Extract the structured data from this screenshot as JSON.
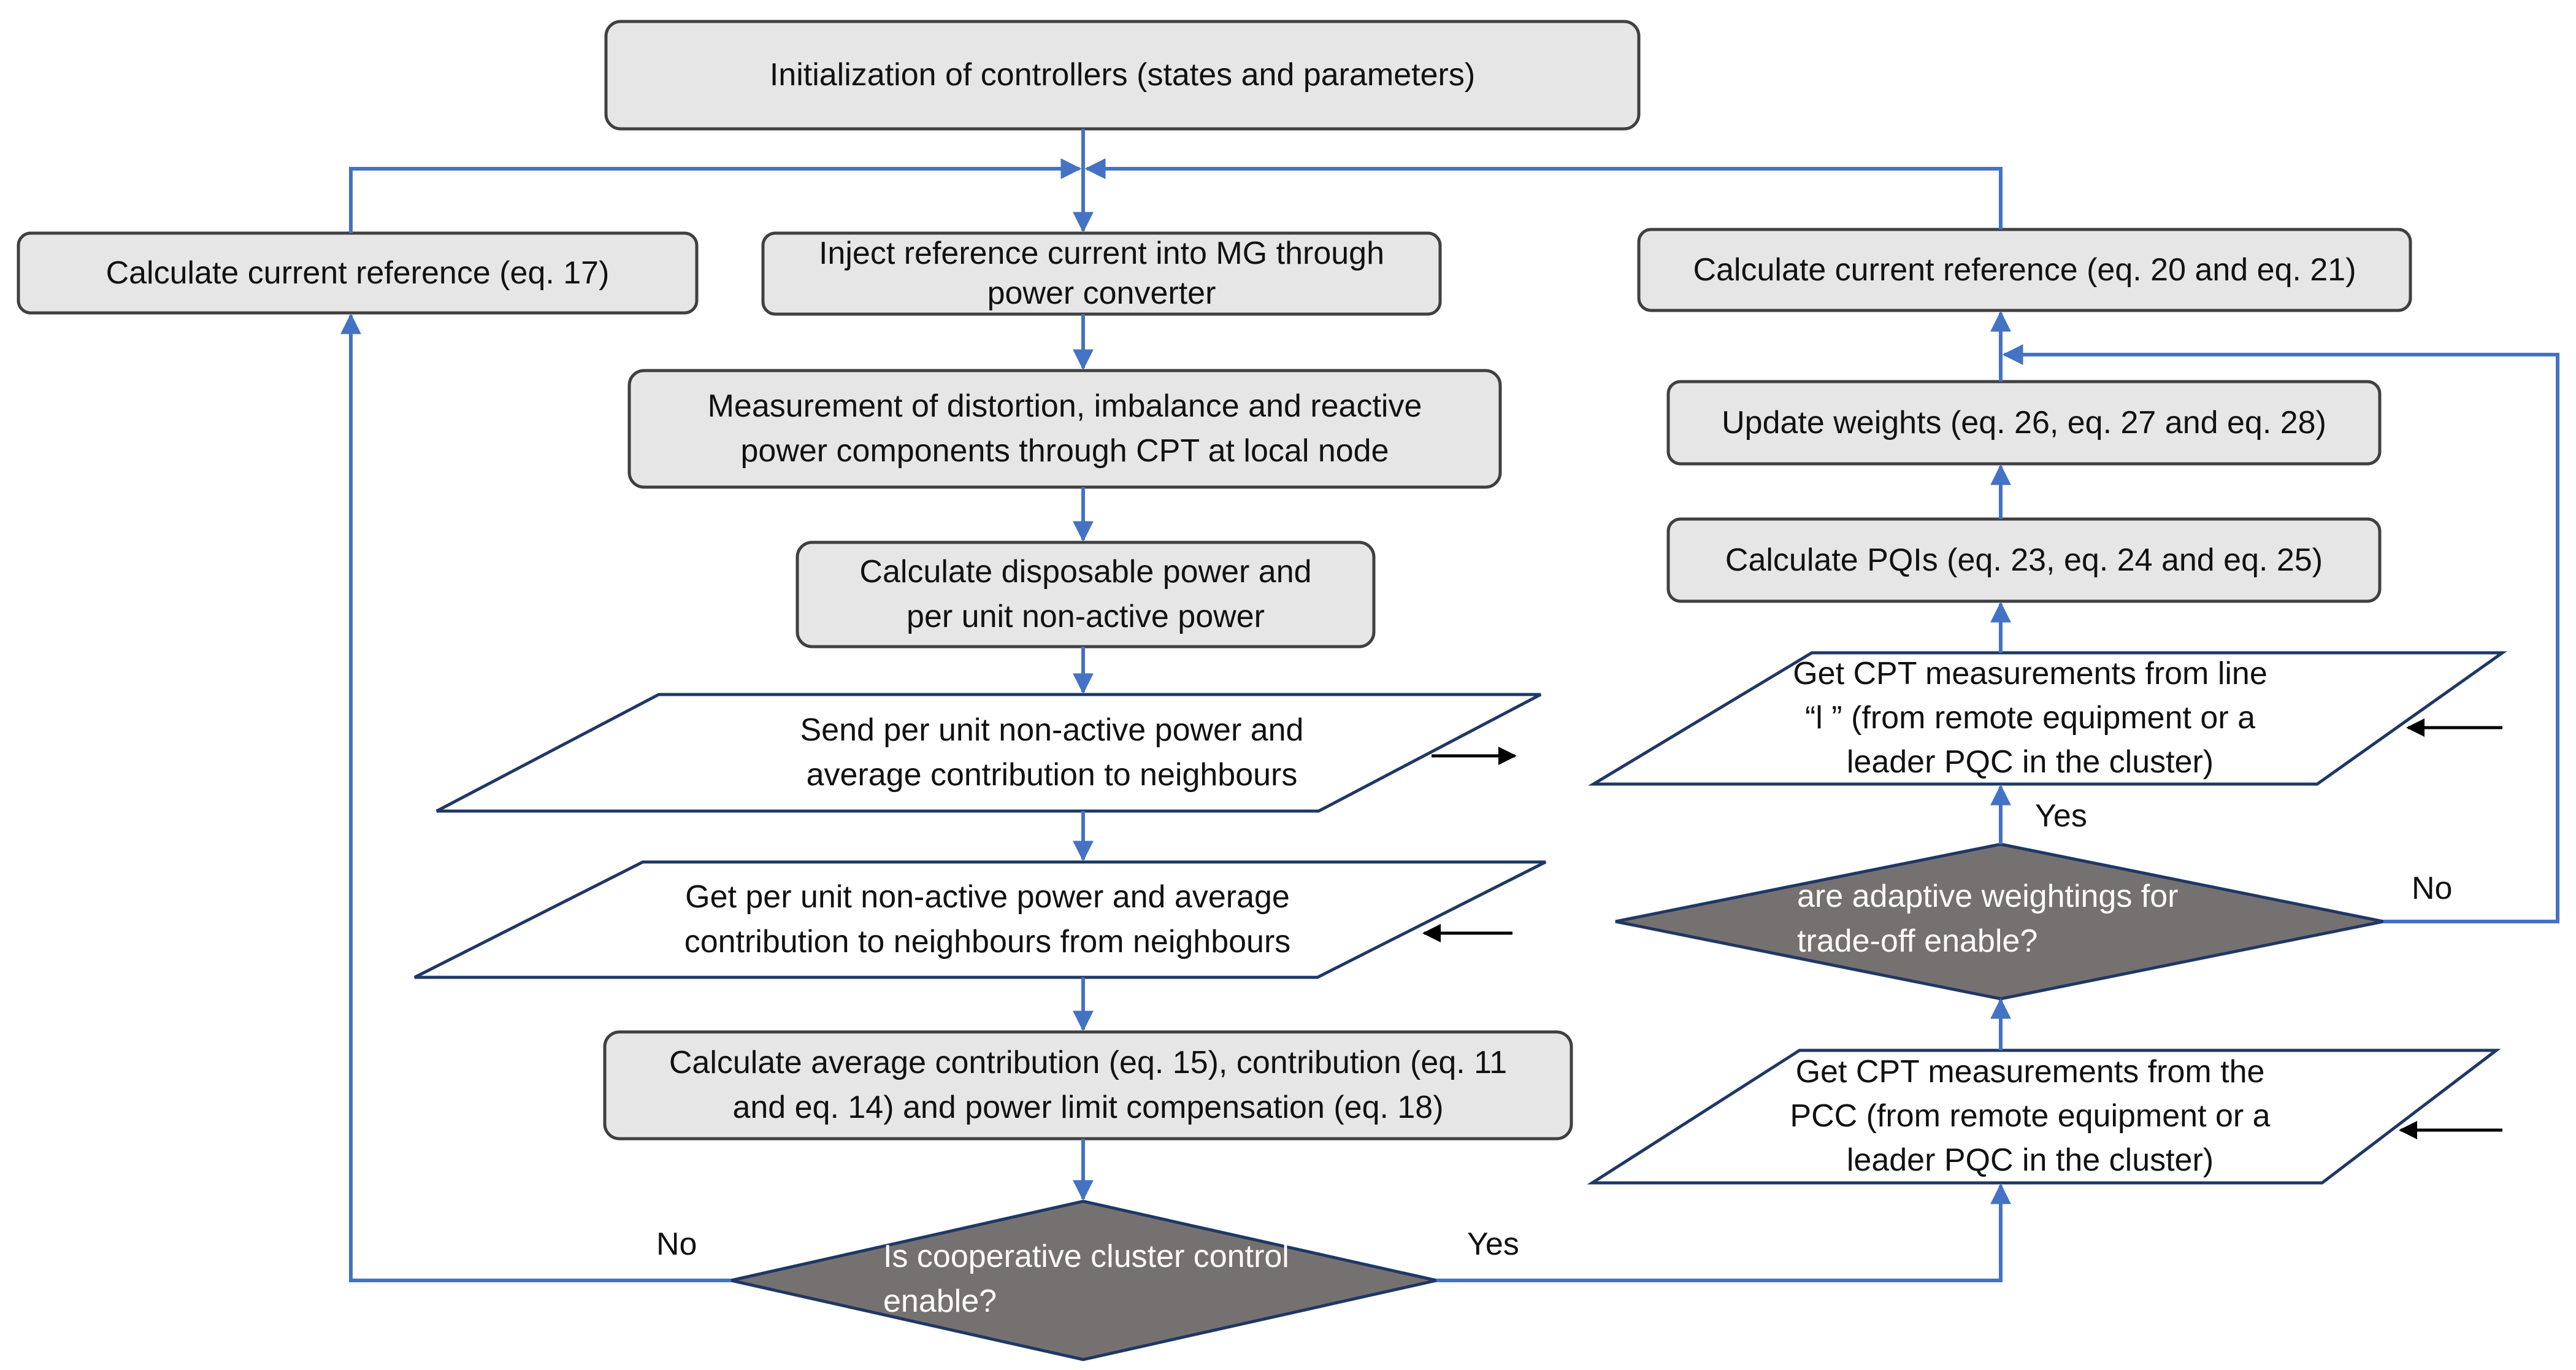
{
  "colors": {
    "flow": "#4472C4",
    "box_fill": "#E7E6E6",
    "diamond_fill": "#767171",
    "io_border": "#1F3864"
  },
  "nodes": {
    "init": "Initialization of controllers (states and parameters)",
    "calc_ref_17": "Calculate current reference (eq. 17)",
    "inject": "Inject reference current into MG through\npower converter",
    "calc_ref_20_21": "Calculate current reference (eq. 20 and eq. 21)",
    "measure": "Measurement of distortion, imbalance and reactive\npower components through CPT at local node",
    "update_weights": "Update weights (eq. 26, eq. 27 and eq. 28)",
    "disposable": "Calculate disposable power and\nper unit non-active power",
    "pqis": "Calculate PQIs (eq. 23, eq. 24 and eq. 25)",
    "send": "Send per unit non-active power and\naverage contribution to neighbours",
    "get_line": "Get CPT measurements from line\n“l ” (from remote equipment or a\nleader PQC in the cluster)",
    "get_neigh": "Get per unit non-active power and average\ncontribution to neighbours from neighbours",
    "adaptive": "are adaptive weightings for\ntrade-off enable?",
    "avg_contrib": "Calculate average contribution (eq. 15), contribution (eq. 11\nand eq. 14) and power limit compensation (eq. 18)",
    "get_pcc": "Get CPT measurements from the\nPCC (from remote equipment or a\nleader PQC in the cluster)",
    "cluster": "Is cooperative cluster control\nenable?"
  },
  "edge_labels": {
    "cluster_no": "No",
    "cluster_yes": "Yes",
    "adaptive_yes": "Yes",
    "adaptive_no": "No"
  }
}
